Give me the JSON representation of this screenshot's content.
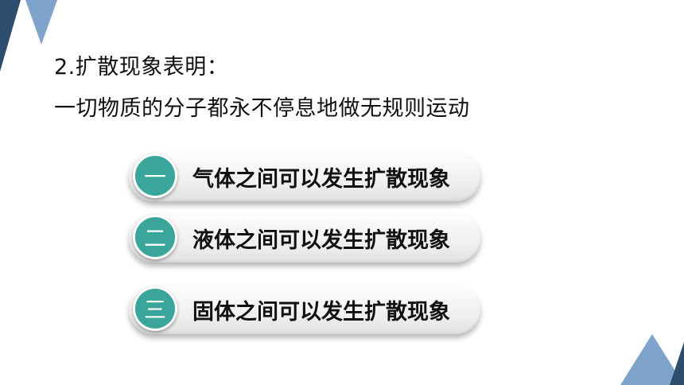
{
  "heading": "2.扩散现象表明：",
  "subheading": "一切物质的分子都永不停息地做无规则运动",
  "items": [
    {
      "num": "一",
      "text": "气体之间可以发生扩散现象"
    },
    {
      "num": "二",
      "text": "液体之间可以发生扩散现象"
    },
    {
      "num": "三",
      "text": "固体之间可以发生扩散现象"
    }
  ],
  "colors": {
    "accent": "#3aa59a",
    "deco_dark": "#2c4d6e",
    "deco_light": "#7fa4cc"
  }
}
